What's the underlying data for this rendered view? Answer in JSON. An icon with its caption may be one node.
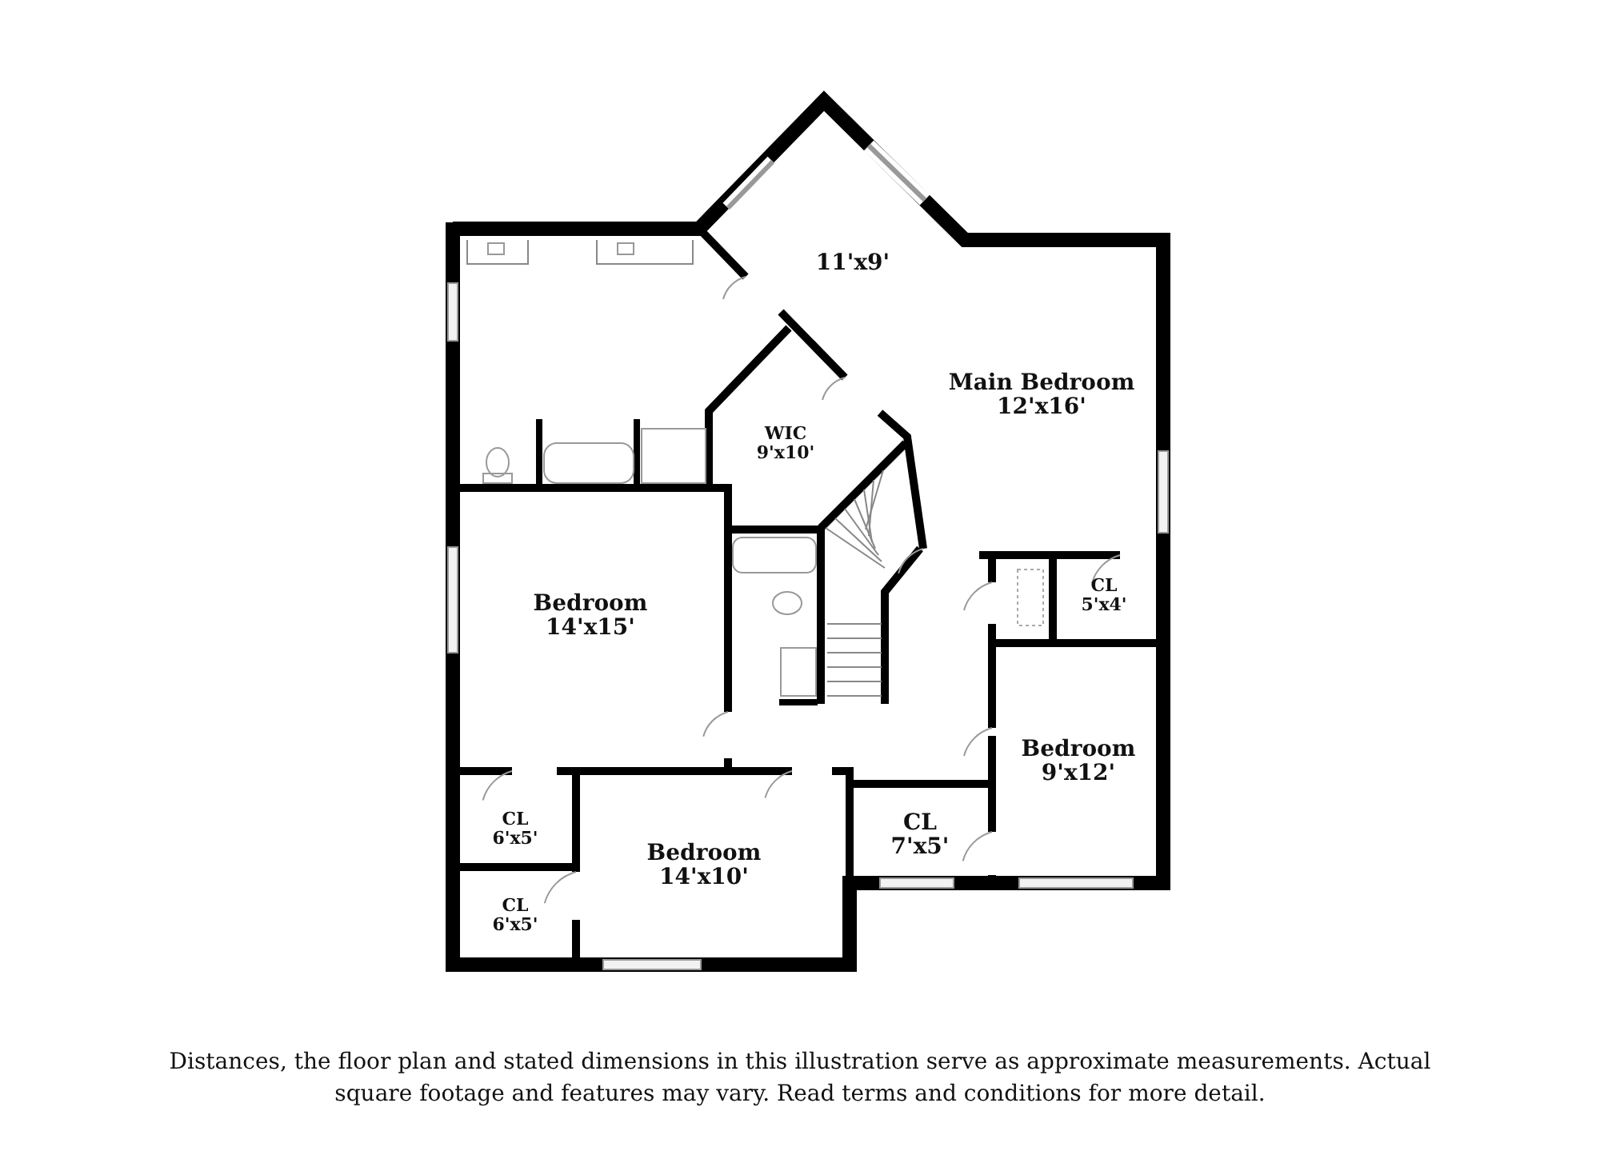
{
  "diagram": {
    "caption": "Distances, the floor plan and stated dimensions in this illustration serve as approximate measurements. Actual square footage and features may vary. Read terms and conditions for more detail.",
    "nodes": [
      {
        "text": [
          "11'x9'"
        ]
      },
      {
        "text": [
          "Main Bedroom",
          "12'x16'"
        ]
      },
      {
        "text": [
          "WIC",
          "9'x10'"
        ]
      },
      {
        "text": [
          "Bedroom",
          "14'x15'"
        ]
      },
      {
        "text": [
          "CL",
          "5'x4'"
        ]
      },
      {
        "text": [
          "Bedroom",
          "9'x12'"
        ]
      },
      {
        "text": [
          "CL",
          "6'x5'"
        ]
      },
      {
        "text": [
          "CL",
          "7'x5'"
        ]
      },
      {
        "text": [
          "Bedroom",
          "14'x10'"
        ]
      },
      {
        "text": [
          "CL",
          "6'x5'"
        ]
      }
    ],
    "edges": []
  }
}
